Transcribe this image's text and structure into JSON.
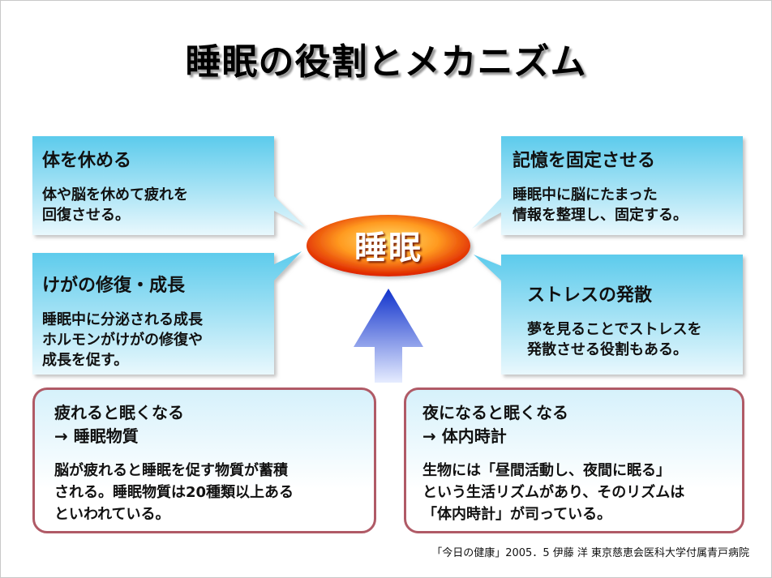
{
  "title": "睡眠の役割とメカニズム",
  "center": "睡眠",
  "callouts": [
    {
      "heading": "体を休める",
      "body": [
        "体や脳を休めて疲れを",
        "回復させる。"
      ]
    },
    {
      "heading": "記憶を固定させる",
      "body": [
        "睡眠中に脳にたまった",
        "情報を整理し、固定する。"
      ]
    },
    {
      "heading": "けがの修復・成長",
      "body": [
        "睡眠中に分泌される成長",
        "ホルモンがけがの修復や",
        "成長を促す。"
      ]
    },
    {
      "heading": "ストレスの発散",
      "body": [
        "夢を見ることでストレスを",
        "発散させる役割もある。"
      ]
    }
  ],
  "causes": [
    {
      "heading": [
        "疲れると眠くなる",
        "→ 睡眠物質"
      ],
      "body": [
        "脳が疲れると睡眠を促す物質が蓄積",
        "される。睡眠物質は20種類以上ある",
        "といわれている。"
      ]
    },
    {
      "heading": [
        "夜になると眠くなる",
        "→ 体内時計"
      ],
      "body": [
        "生物には「昼間活動し、夜間に眠る」",
        "という生活リズムがあり、そのリズムは",
        "「体内時計」が司っている。"
      ]
    }
  ],
  "credit": "「今日の健康」2005．5 伊藤 洋 東京慈恵会医科大学付属青戸病院",
  "colors": {
    "callout_top": "#5ccbec",
    "callout_bottom": "#e9f8fd",
    "center_core": "#ffd75a",
    "center_edge": "#e02a00",
    "arrow": "#1133cc",
    "cause_border": "#b05a66"
  }
}
